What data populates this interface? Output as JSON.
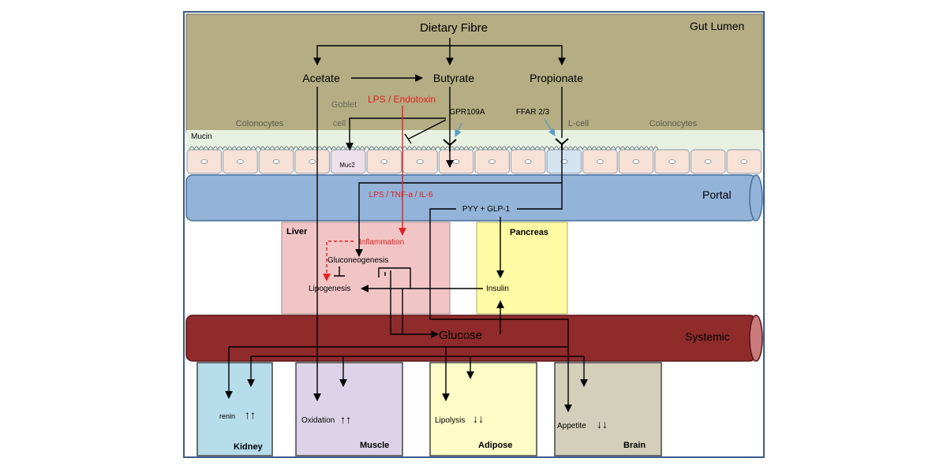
{
  "colors": {
    "gut_lumen": "#b5ad83",
    "mucin": "#e8f1e1",
    "colonocyte": "#f8e1d6",
    "lcell": "#d3e3ef",
    "portal": "#93b3d8",
    "systemic": "#8f2b2b",
    "liver": "#f1c5c6",
    "pancreas": "#fefba4",
    "kidney": "#b7dcea",
    "muscle": "#ddd3e8",
    "adipose": "#fefcc6",
    "brain": "#d4cfbb",
    "frame": "#3a5a8c",
    "arrow": "#000000",
    "red": "#e02020",
    "teal_arrow": "#5a9ac8"
  },
  "lumen": {
    "region": "Gut Lumen",
    "fibre": "Dietary Fibre",
    "acetate": "Acetate",
    "butyrate": "Butyrate",
    "propionate": "Propionate",
    "lps": "LPS / Endotoxin",
    "goblet_line1": "Goblet",
    "goblet_line2": "cell",
    "gpr": "GPR109A",
    "ffar": "FFAR 2/3",
    "lcell": "L-cell",
    "colonocytes_left": "Colonocytes",
    "colonocytes_right": "Colonocytes"
  },
  "epithelium": {
    "mucin": "Mucin",
    "muc2": "Muc2"
  },
  "portal": {
    "label": "Portal",
    "cytokines": "LPS / TNF-a / IL-6",
    "hormones": "PYY + GLP-1"
  },
  "liver": {
    "title": "Liver",
    "inflammation": "Inflammation",
    "gluconeogenesis": "Gluconeogenesis",
    "lipogenesis": "Lipogenesis"
  },
  "pancreas": {
    "title": "Pancreas",
    "insulin": "Insulin"
  },
  "systemic": {
    "label": "Systemic",
    "glucose": "Glucose"
  },
  "organs": {
    "kidney": {
      "title": "Kidney",
      "effect": "renin",
      "arrows": "↑↑"
    },
    "muscle": {
      "title": "Muscle",
      "effect": "Oxidation",
      "arrows": "↑↑"
    },
    "adipose": {
      "title": "Adipose",
      "effect": "Lipolysis",
      "arrows": "↓↓"
    },
    "brain": {
      "title": "Brain",
      "effect": "Appetite",
      "arrows": "↓↓"
    }
  }
}
